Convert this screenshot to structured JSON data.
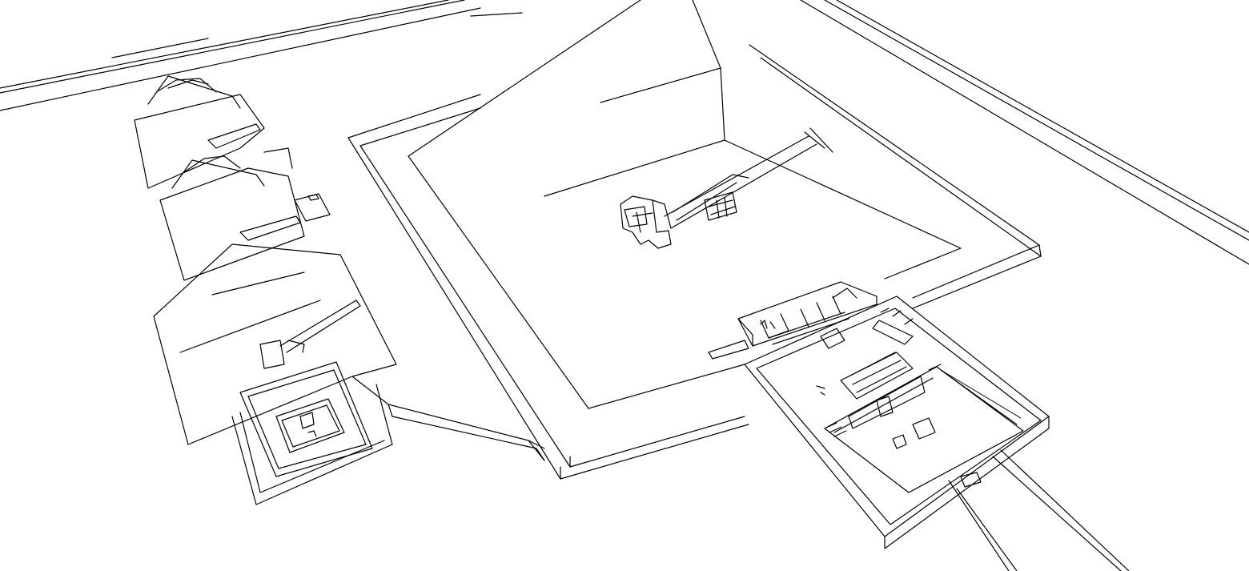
{
  "drawing": {
    "style": "black line-art on white",
    "line_color": "#000000",
    "background_color": "#ffffff",
    "components": [
      "causeway-top-left",
      "causeway-right",
      "main-pyramid",
      "main-enclosure-wall",
      "inner-chamber-passage",
      "mortuary-temple",
      "open-courtyard",
      "causeway-bottom-right",
      "queen-pyramid-1",
      "queen-pyramid-2",
      "queen-pyramid-3",
      "satellite-pyramid-small"
    ]
  }
}
